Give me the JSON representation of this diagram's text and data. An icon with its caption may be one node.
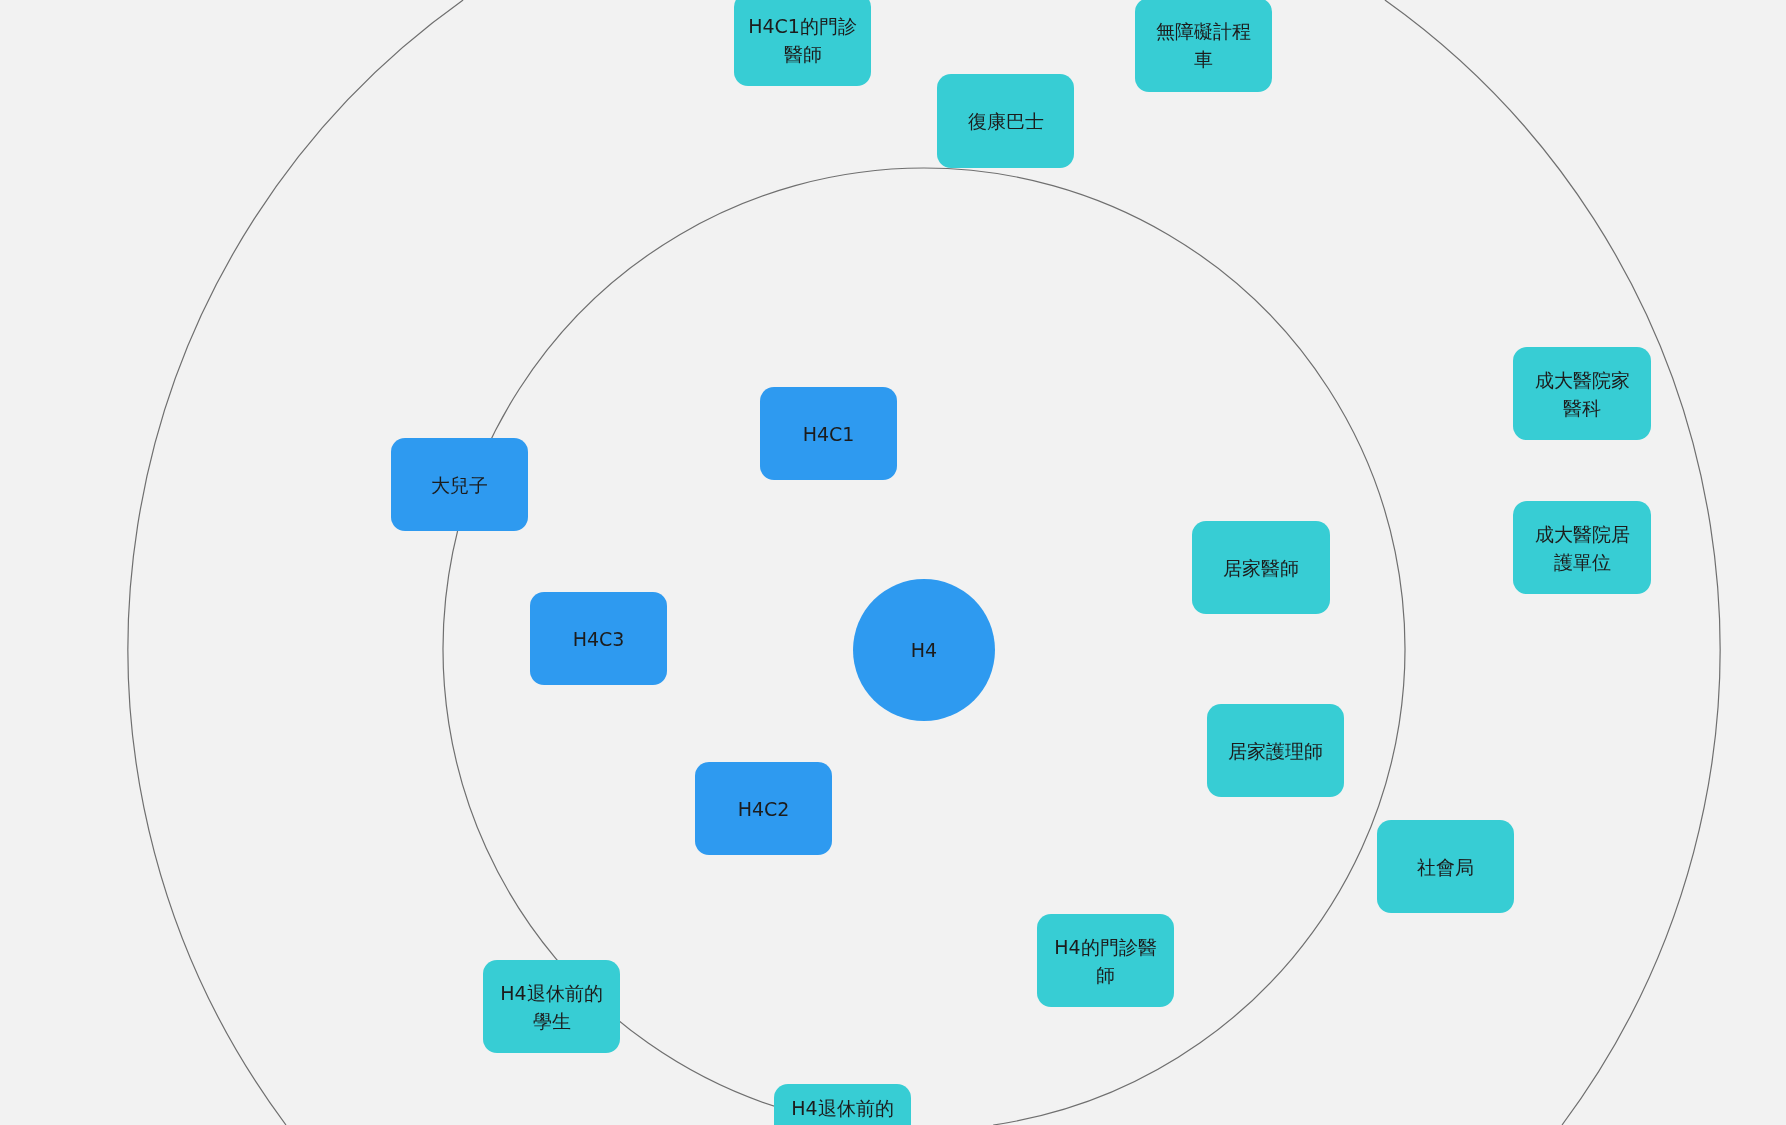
{
  "diagram": {
    "nodes": [
      {
        "text": [
          "H4C1的門診醫師"
        ]
      },
      {
        "text": [
          "無障礙計程車"
        ]
      },
      {
        "text": [
          "復康巴士"
        ]
      },
      {
        "text": [
          "成大醫院家醫科"
        ]
      },
      {
        "text": [
          "H4C1"
        ]
      },
      {
        "text": [
          "大兒子"
        ]
      },
      {
        "text": [
          "成大醫院居護單位"
        ]
      },
      {
        "text": [
          "居家醫師"
        ]
      },
      {
        "text": [
          "H4"
        ]
      },
      {
        "text": [
          "H4C3"
        ]
      },
      {
        "text": [
          "居家護理師"
        ]
      },
      {
        "text": [
          "H4C2"
        ]
      },
      {
        "text": [
          "社會局"
        ]
      },
      {
        "text": [
          "H4的門診醫師"
        ]
      },
      {
        "text": [
          "H4退休前的學生"
        ]
      },
      {
        "text": [
          "H4退休前的"
        ]
      }
    ]
  }
}
